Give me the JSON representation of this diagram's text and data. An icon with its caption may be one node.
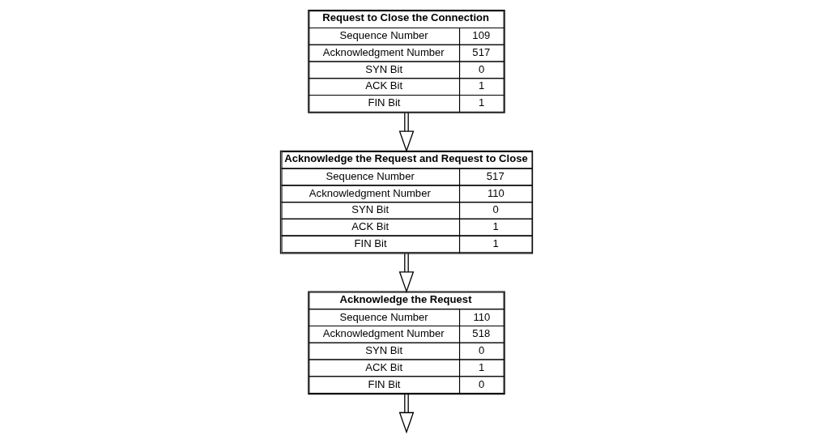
{
  "diagram": {
    "nodes": [
      {
        "text": [
          "Request to Close the Connection",
          "Sequence Number",
          "109",
          "Acknowledgment Number",
          "517",
          "SYN Bit",
          "0",
          "ACK Bit",
          "1",
          "FIN Bit",
          "1"
        ]
      },
      {
        "text": [
          "Acknowledge the Request and Request to Close",
          "Sequence Number",
          "517",
          "Acknowledgment Number",
          "110",
          "SYN Bit",
          "0",
          "ACK Bit",
          "1",
          "FIN Bit",
          "1"
        ]
      },
      {
        "text": [
          "Acknowledge the Request",
          "Sequence Number",
          "110",
          "Acknowledgment Number",
          "518",
          "SYN Bit",
          "0",
          "ACK Bit",
          "1",
          "FIN Bit",
          "0"
        ]
      }
    ],
    "edges": [
      {
        "from": 0,
        "to": 1,
        "arrow": "to"
      },
      {
        "from": 1,
        "to": 2,
        "arrow": "to"
      },
      {
        "from": 2,
        "to": null,
        "arrow": "to"
      }
    ]
  }
}
